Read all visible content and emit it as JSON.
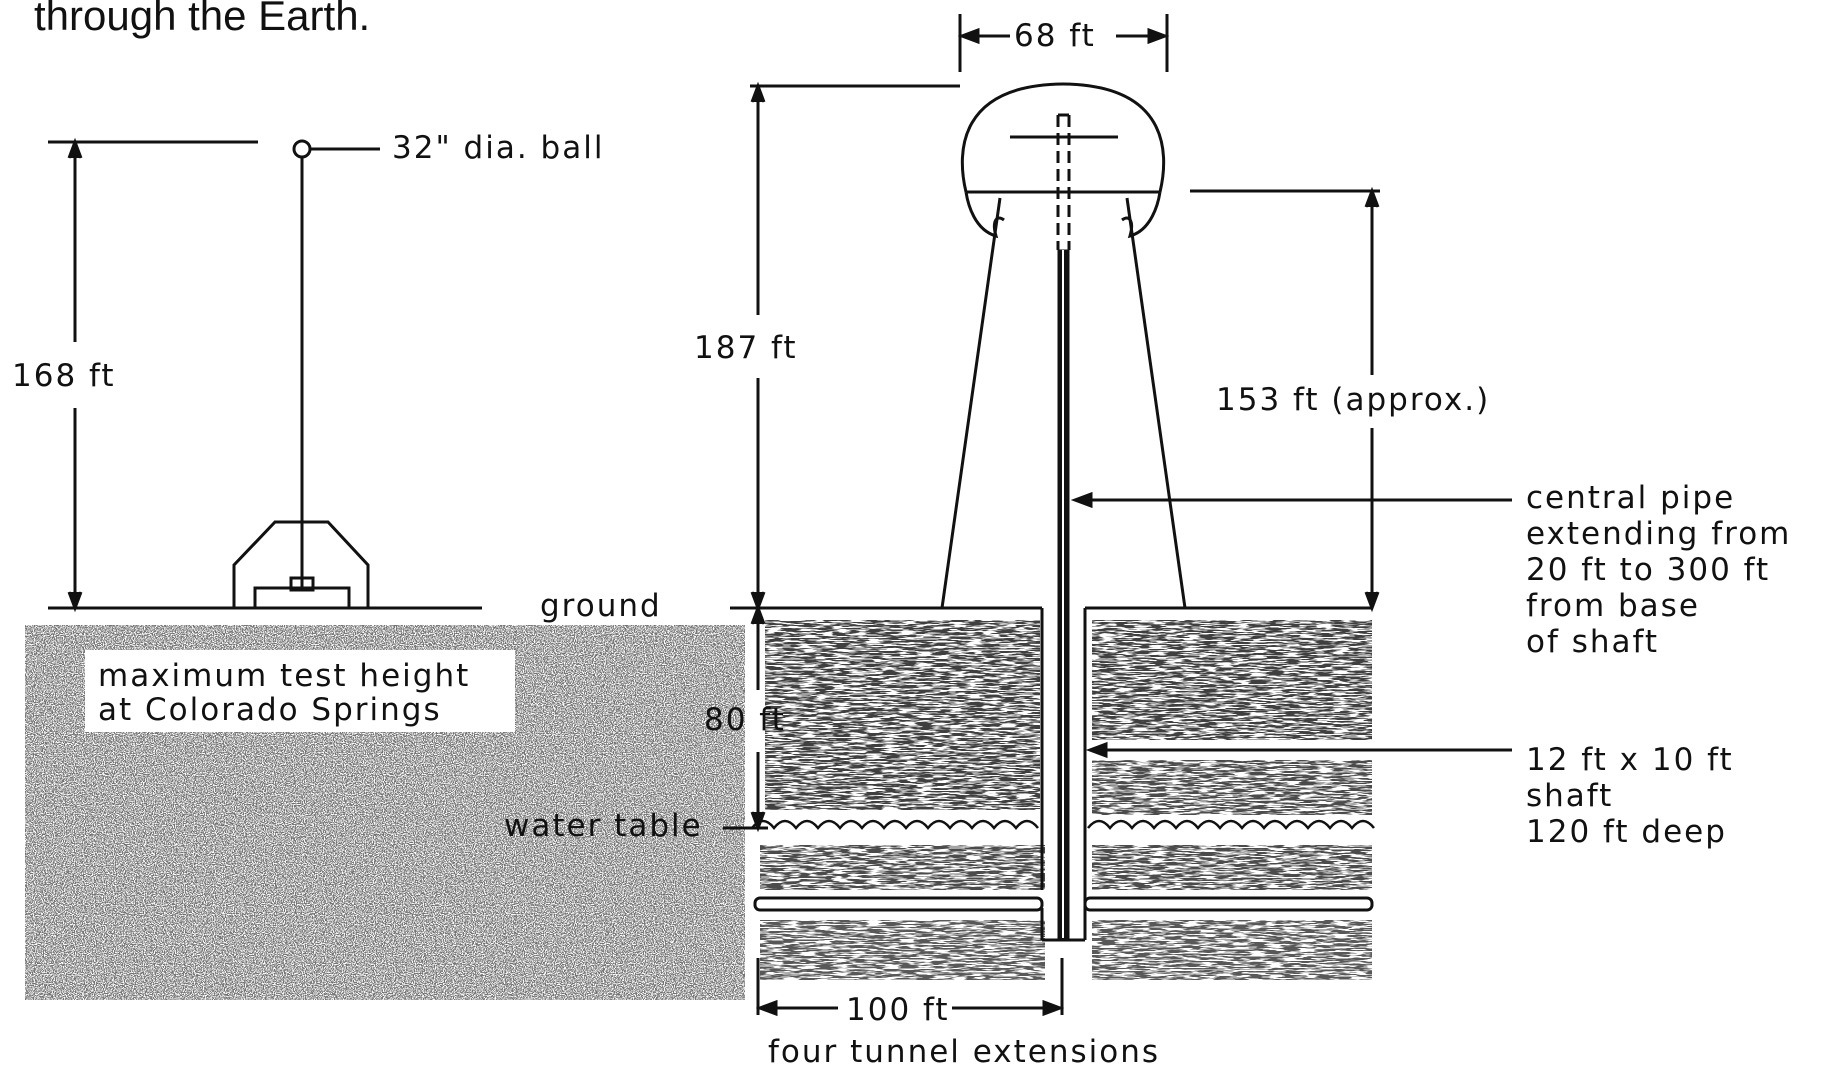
{
  "caption": "through the Earth.",
  "left_tower": {
    "ball_label": "32\" dia. ball",
    "height_label": "168 ft",
    "note_line1": "maximum test height",
    "note_line2": "at Colorado Springs"
  },
  "right_tower": {
    "dome_width_label": "68 ft",
    "total_height_label": "187 ft",
    "approx_height_label": "153 ft (approx.)",
    "ground_label": "ground",
    "depth_label": "80 ft",
    "water_table_label": "water table",
    "tunnel_width_label": "100 ft",
    "tunnel_label": "four tunnel extensions",
    "pipe_note": [
      "central pipe",
      "extending from",
      "20 ft to 300 ft",
      "from base",
      "of shaft"
    ],
    "shaft_note": [
      "12 ft x 10 ft",
      "shaft",
      "120 ft deep"
    ]
  }
}
